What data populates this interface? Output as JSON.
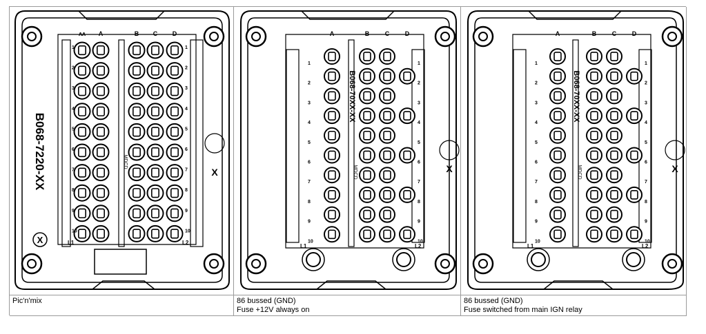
{
  "panels": [
    {
      "part_number": "B068-7220-XX",
      "brand": "MDCD",
      "column_letters": [
        "ʌʌ",
        "A",
        "B",
        "C",
        "D"
      ],
      "row_numbers": [
        "1",
        "2",
        "3",
        "4",
        "5",
        "6",
        "7",
        "8",
        "9",
        "10"
      ],
      "corner_labels": [
        "L1",
        "L2"
      ],
      "x_mark": "X",
      "caption_lines": [
        "Pic'n'mix"
      ]
    },
    {
      "part_number": "B068-70XX-XX",
      "brand": "MDCD",
      "column_letters": [
        "A",
        "B",
        "C",
        "D"
      ],
      "row_numbers": [
        "1",
        "2",
        "3",
        "4",
        "5",
        "6",
        "7",
        "8",
        "9",
        "10"
      ],
      "corner_labels": [
        "L1",
        "L2"
      ],
      "x_mark": "X",
      "caption_lines": [
        "86 bussed (GND)",
        "Fuse +12V always on"
      ]
    },
    {
      "part_number": "B068-70XX-XX",
      "brand": "MDCD",
      "column_letters": [
        "A",
        "B",
        "C",
        "D"
      ],
      "row_numbers": [
        "1",
        "2",
        "3",
        "4",
        "5",
        "6",
        "7",
        "8",
        "9",
        "10"
      ],
      "corner_labels": [
        "L1",
        "L2"
      ],
      "x_mark": "X",
      "caption_lines": [
        "86 bussed (GND)",
        "Fuse switched from main IGN relay"
      ]
    }
  ]
}
